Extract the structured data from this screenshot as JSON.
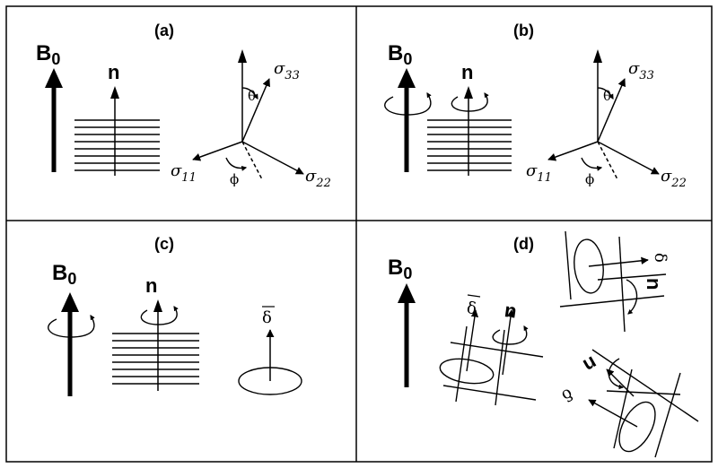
{
  "panels": {
    "a": {
      "label": "(a)",
      "field": "B",
      "field_sub": "0",
      "normal": "n",
      "theta": "θ",
      "phi": "ϕ",
      "s33": "σ",
      "s33_sub": "33",
      "s22": "σ",
      "s22_sub": "22",
      "s11": "σ",
      "s11_sub": "11"
    },
    "b": {
      "label": "(b)",
      "field": "B",
      "field_sub": "0",
      "normal": "n",
      "theta": "θ",
      "phi": "ϕ",
      "s33": "σ",
      "s33_sub": "33",
      "s22": "σ",
      "s22_sub": "22",
      "s11": "σ",
      "s11_sub": "11"
    },
    "c": {
      "label": "(c)",
      "field": "B",
      "field_sub": "0",
      "normal": "n",
      "delta_bar": "δ"
    },
    "d": {
      "label": "(d)",
      "field": "B",
      "field_sub": "0",
      "normal": "n",
      "delta_bar": "δ"
    }
  }
}
